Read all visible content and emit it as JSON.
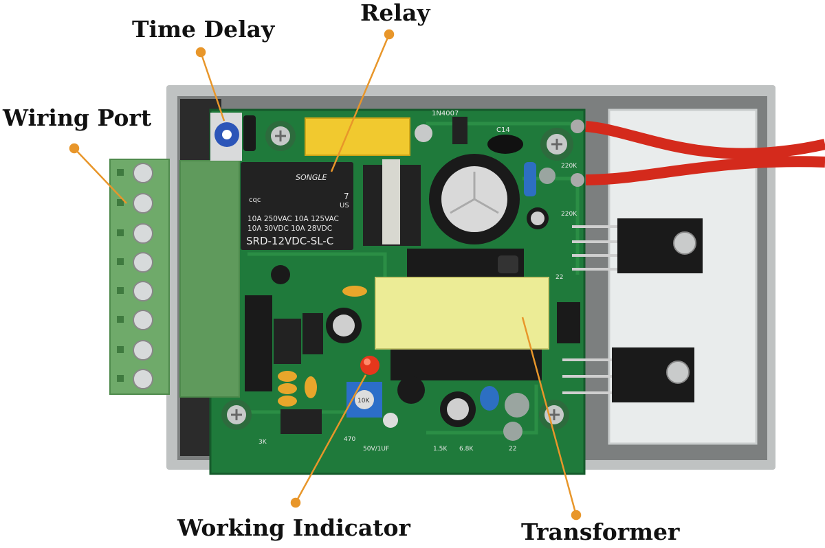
{
  "labels": {
    "time_delay": "Time Delay",
    "relay": "Relay",
    "wiring_port": "Wiring Port",
    "working_indicator": "Working Indicator",
    "transformer": "Transformer"
  },
  "relay_markings": {
    "brand": "SONGLE",
    "line1": "10A 250VAC  10A 125VAC",
    "line2": "10A  30VDC  10A  28VDC",
    "model": "SRD-12VDC-SL-C",
    "cert_left": "cqc",
    "cert_right": "US",
    "seven": "7"
  },
  "pcb_markings": {
    "diode": "1N4007",
    "c14": "C14",
    "r220k_a": "220K",
    "r220k_b": "220K",
    "r22": "22",
    "cap": "50V/1UF",
    "res470": "470",
    "res68k": "6.8K",
    "res15k": "1.5K",
    "res22": "22",
    "res3k": "3K",
    "trim": "10K"
  },
  "colors": {
    "leader": "#e8962a",
    "pcb": "#1f7a3b",
    "terminal": "#6faa6a",
    "heatsink": "#e9ecec",
    "wire": "#d42a1c",
    "transformer_tape": "#ecec96"
  }
}
